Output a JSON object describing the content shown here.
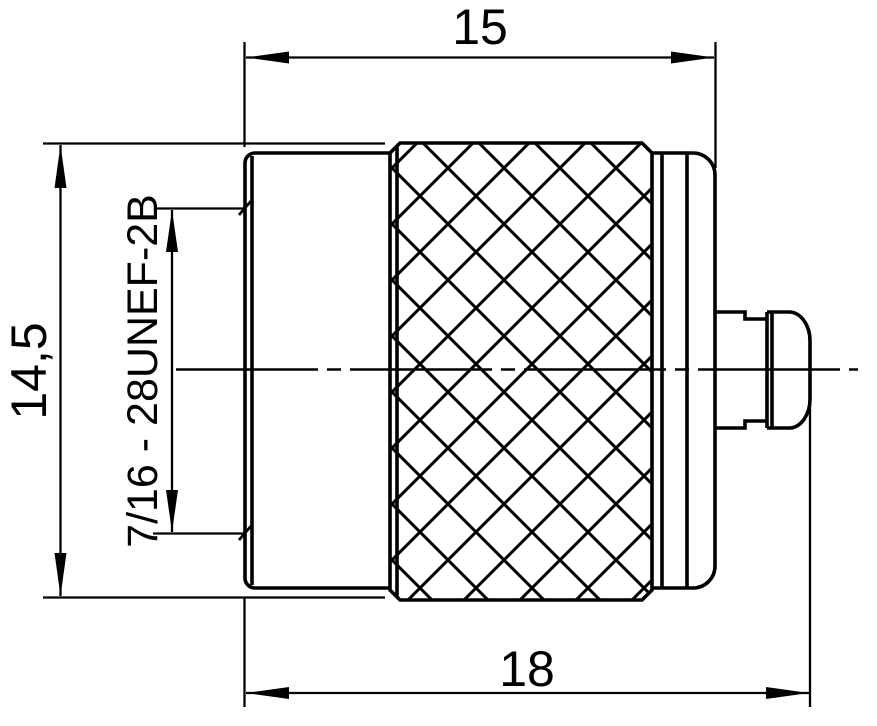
{
  "drawing": {
    "description": "technical-drawing-coaxial-connector-side-view",
    "background_color": "#ffffff",
    "line_color": "#000000",
    "labels": {
      "coupling_nut_length": "15",
      "overall_length": "18",
      "body_diameter": "14,5",
      "thread_spec": "7/16 - 28UNEF-2B"
    }
  }
}
